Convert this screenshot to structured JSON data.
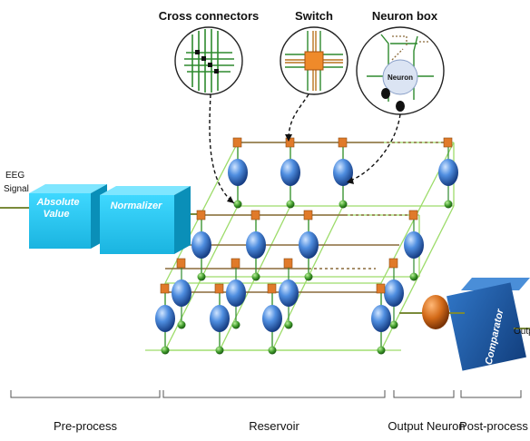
{
  "callouts": {
    "cross_connectors": "Cross connectors",
    "switch": "Switch",
    "neuron_box": "Neuron box",
    "neuron_inner": "Neuron"
  },
  "input": {
    "label_line1": "EEG",
    "label_line2": "Signal"
  },
  "blocks": {
    "absolute_value_line1": "Absolute",
    "absolute_value_line2": "Value",
    "normalizer": "Normalizer",
    "comparator": "Comparator",
    "output": "Outp"
  },
  "stages": {
    "preprocess": "Pre-process",
    "reservoir": "Reservoir",
    "output_neuron": "Output Neuron",
    "postprocess": "Post-process"
  },
  "colors": {
    "cyan_block": "#1fc8ef",
    "cyan_block_dark": "#0a90b8",
    "comparator_blue": "#1f5fa8",
    "neuron_blue": "#3a78c8",
    "green_grid": "#9ddc6a",
    "switch_orange": "#e07a2a",
    "output_neuron": "#c85c10"
  }
}
